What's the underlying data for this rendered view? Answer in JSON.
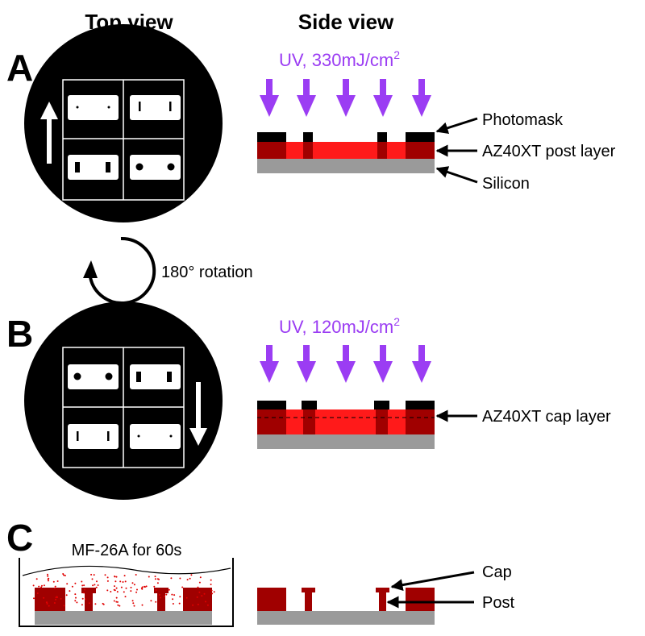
{
  "headers": {
    "top_view": "Top view",
    "side_view": "Side view"
  },
  "panels": {
    "a": "A",
    "b": "B",
    "c": "C"
  },
  "step_a": {
    "uv_text": "UV, 330mJ/cm",
    "uv_sup": "2",
    "labels": {
      "photomask": "Photomask",
      "post_layer": "AZ40XT post layer",
      "silicon": "Silicon"
    }
  },
  "rotation": {
    "label": "180° rotation"
  },
  "step_b": {
    "uv_text": "UV, 120mJ/cm",
    "uv_sup": "2",
    "labels": {
      "cap_layer": "AZ40XT cap layer"
    }
  },
  "step_c": {
    "bath_label": "MF-26A for 60s",
    "labels": {
      "cap": "Cap",
      "post": "Post"
    }
  },
  "colors": {
    "uv": "#9b3df3",
    "resist_bright": "#ff1a1a",
    "resist_dark": "#a00000",
    "silicon": "#9a9a9a",
    "wafer": "#000000",
    "die": "#ffffff"
  }
}
